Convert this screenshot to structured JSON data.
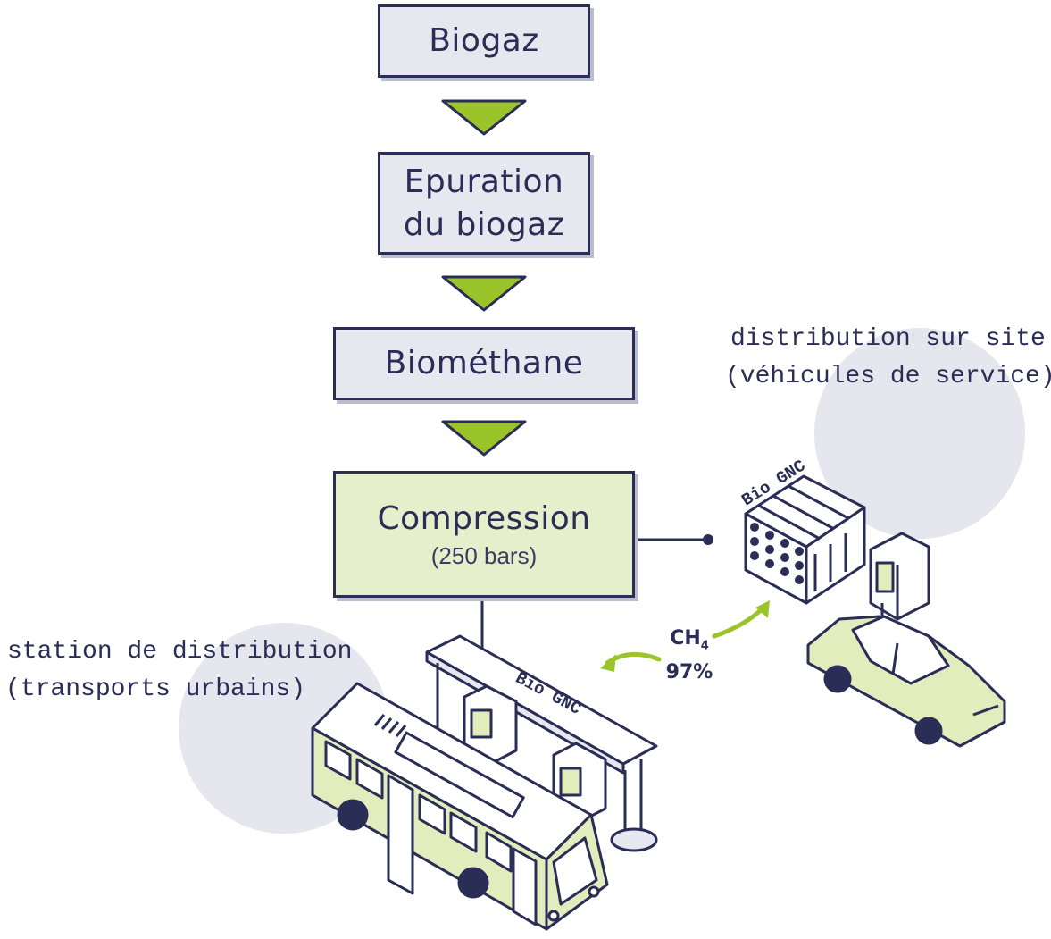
{
  "steps": {
    "biogaz": "Biogaz",
    "epuration_line1": "Epuration",
    "epuration_line2": "du biogaz",
    "biomethane": "Biométhane",
    "compression": "Compression",
    "compression_sub": "(250 bars)"
  },
  "labels": {
    "onsite_line1": "distribution sur site",
    "onsite_line2": "(véhicules de service)",
    "station_line1": "station de distribution",
    "station_line2": "(transports urbains)",
    "biognc_station": "Bio GNC",
    "biognc_storage": "Bio GNC",
    "ch4": "CH",
    "ch4_sub": "4",
    "ch4_percent": "97%"
  },
  "colors": {
    "ink": "#2a2d55",
    "box_fill": "#e7e8ef",
    "compression_fill": "#e6efcb",
    "arrow_green": "#9bc42a",
    "vehicle_green": "#e2ecbd",
    "accent_green": "#9bc42a",
    "circle_grey": "#e5e6ee"
  }
}
